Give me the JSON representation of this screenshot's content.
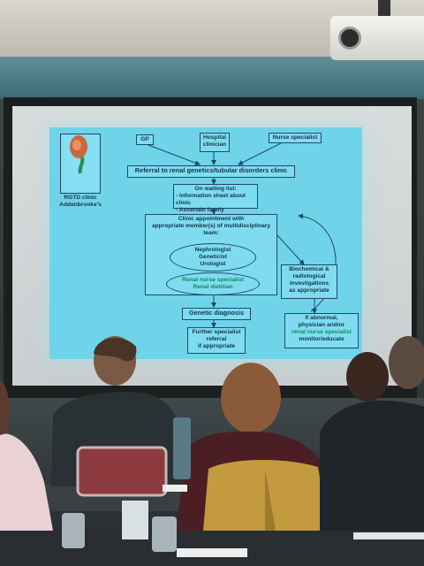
{
  "slide": {
    "kidney_caption_1": "RGTD clinic",
    "kidney_caption_2": "Addenbrooke's",
    "referrer_gp": "GP",
    "referrer_hospital_1": "Hospital",
    "referrer_hospital_2": "clinician",
    "referrer_nurse": "Nurse specialist",
    "referral": "Referral to renal genetics/tubular disorders clinic",
    "waiting_title": "On waiting list:",
    "waiting_item_1": "- Information sheet about clinic",
    "waiting_item_2": "- Ascertain family information",
    "appointment_1": "Clinic appointment with",
    "appointment_2": "appropriate member(s) of multidisciplinary",
    "appointment_3": "team:",
    "team_1": "Nephrologist",
    "team_2": "Geneticist",
    "team_3": "Urologist",
    "team_4": "Renal nurse specialist",
    "team_5": "Renal dietitian",
    "biochem_1": "Biochemical &",
    "biochem_2": "radiological",
    "biochem_3": "investigations",
    "biochem_4": "as appropriate",
    "genetic_diagnosis": "Genetic diagnosis",
    "further_1": "Further specialist",
    "further_2": "referral",
    "further_3": "if appropriate",
    "abnormal_1": "If abnormal,",
    "abnormal_2": "physician and/or",
    "abnormal_3": "renal nurse specialist",
    "abnormal_4": "monitor/educate"
  },
  "colors": {
    "slide_bg": "#6fd4ea",
    "slide_text": "#12344a",
    "green_text": "#0d8d5e"
  }
}
